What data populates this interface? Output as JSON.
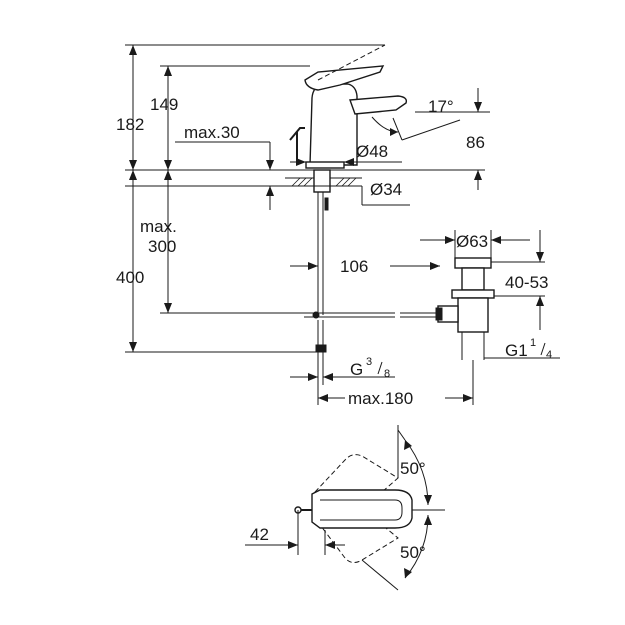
{
  "dimensions": {
    "total_height": "182",
    "spout_height": "149",
    "lever_angle": "17°",
    "spout_projection": "86",
    "max_deck": "max.30",
    "base_diameter": "Ø48",
    "hole_diameter": "Ø34",
    "max_below_1": "max.",
    "max_below_2": "300",
    "overall_below": "400",
    "waste_diameter": "Ø63",
    "waste_range": "40-53",
    "waste_offset": "106",
    "supply_g": "G",
    "supply_sup": "3",
    "supply_sub": "8",
    "waste_g": "G1",
    "waste_sup": "1",
    "waste_sub": "4",
    "max_width": "max.180",
    "rotation_top": "50°",
    "rotation_bottom": "50°",
    "handle_offset": "42"
  }
}
